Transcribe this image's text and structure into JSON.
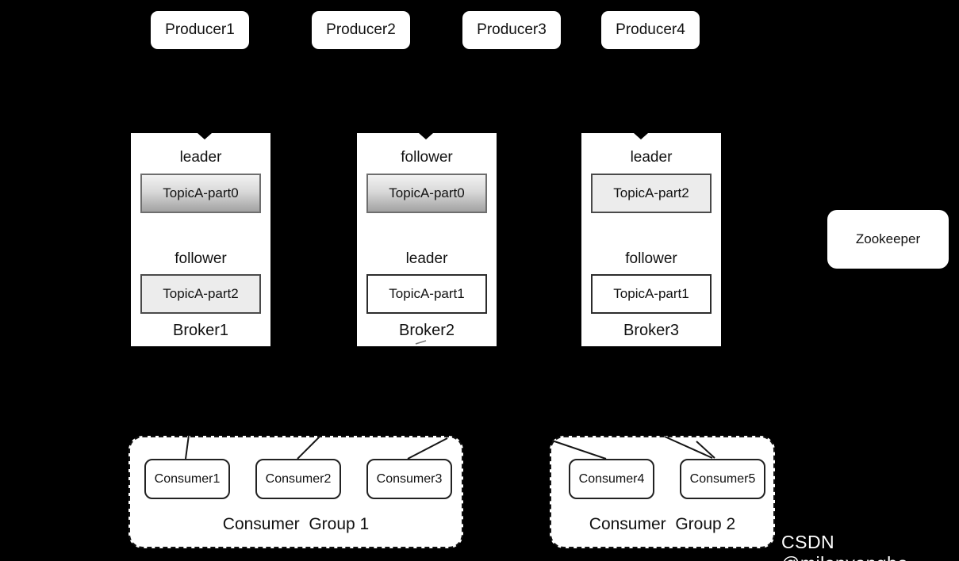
{
  "colors": {
    "background": "#000000",
    "box_fill": "#ffffff",
    "text": "#111111",
    "partition_gradient_top": "#f2f2f2",
    "partition_gradient_bottom": "#a2a2a2",
    "partition_light_gray": "#ececec",
    "connector_line": "#151515"
  },
  "producers": [
    {
      "label": "Producer1"
    },
    {
      "label": "Producer2"
    },
    {
      "label": "Producer3"
    },
    {
      "label": "Producer4"
    }
  ],
  "brokers": [
    {
      "name": "Broker1",
      "slots": [
        {
          "role": "leader",
          "topic": "TopicA-part0",
          "variant": "gradient"
        },
        {
          "role": "follower",
          "topic": "TopicA-part2",
          "variant": "light"
        }
      ]
    },
    {
      "name": "Broker2",
      "slots": [
        {
          "role": "follower",
          "topic": "TopicA-part0",
          "variant": "gradient"
        },
        {
          "role": "leader",
          "topic": "TopicA-part1",
          "variant": "white"
        }
      ]
    },
    {
      "name": "Broker3",
      "slots": [
        {
          "role": "leader",
          "topic": "TopicA-part2",
          "variant": "light"
        },
        {
          "role": "follower",
          "topic": "TopicA-part1",
          "variant": "white"
        }
      ]
    }
  ],
  "zookeeper": {
    "label": "Zookeeper"
  },
  "consumer_groups": [
    {
      "label": "Consumer  Group 1",
      "consumers": [
        "Consumer1",
        "Consumer2",
        "Consumer3"
      ]
    },
    {
      "label": "Consumer  Group 2",
      "consumers": [
        "Consumer4",
        "Consumer5"
      ]
    }
  ],
  "watermark": "CSDN @milanyangbo"
}
